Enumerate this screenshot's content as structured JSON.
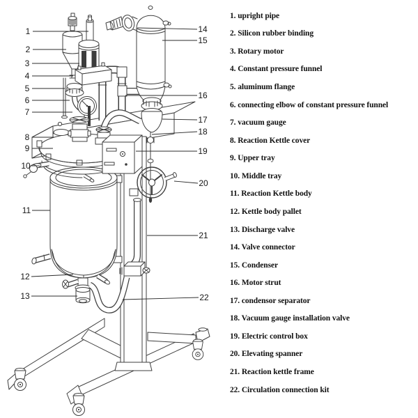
{
  "diagram": {
    "description": "Vacuum reaction kettle labeled diagram",
    "colors": {
      "background": "#ffffff",
      "line": "#3f3f3f",
      "text": "#111111",
      "dark_fill": "#3c3c3c"
    },
    "parts": [
      {
        "callout": "1",
        "text": "1. upright pipe"
      },
      {
        "callout": "2",
        "text": "2. Silicon rubber binding"
      },
      {
        "callout": "3",
        "text": "3. Rotary motor"
      },
      {
        "callout": "4",
        "text": "4. Constant pressure funnel"
      },
      {
        "callout": "5",
        "text": "5. aluminum flange"
      },
      {
        "callout": "6",
        "text": "6. connecting elbow of constant pressure funnel"
      },
      {
        "callout": "7",
        "text": "7. vacuum gauge"
      },
      {
        "callout": "8",
        "text": "8. Reaction Kettle cover"
      },
      {
        "callout": "9",
        "text": "9. Upper tray"
      },
      {
        "callout": "10",
        "text": "10. Middle tray"
      },
      {
        "callout": "11",
        "text": "11. Reaction Kettle body"
      },
      {
        "callout": "12",
        "text": "12. Kettle body pallet"
      },
      {
        "callout": "13",
        "text": "13. Discharge valve"
      },
      {
        "callout": "14",
        "text": "14. Valve connector"
      },
      {
        "callout": "15",
        "text": "15. Condenser"
      },
      {
        "callout": "16",
        "text": "16. Motor strut"
      },
      {
        "callout": "17",
        "text": "17. condensor separator"
      },
      {
        "callout": "18",
        "text": "18. Vacuum gauge installation valve"
      },
      {
        "callout": "19",
        "text": "19. Electric control box"
      },
      {
        "callout": "20",
        "text": "20. Elevating spanner"
      },
      {
        "callout": "21",
        "text": "21. Reaction kettle frame"
      },
      {
        "callout": "22",
        "text": "22. Circulation connection kit"
      }
    ]
  }
}
